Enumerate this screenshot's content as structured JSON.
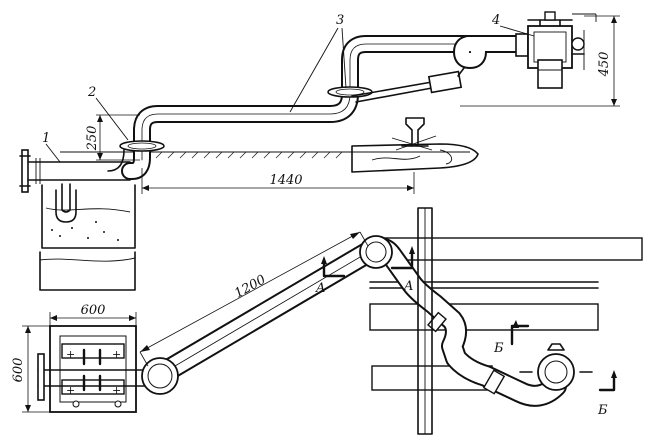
{
  "callouts": {
    "c1": "1",
    "c2": "2",
    "c3": "3",
    "c4": "4"
  },
  "dimensions": {
    "d250": "250",
    "d450": "450",
    "d1440": "1440",
    "d1200": "1200",
    "d600_h": "600",
    "d600_v": "600"
  },
  "section_marks": {
    "a_left": "A",
    "a_right": "A",
    "b_upper": "Б",
    "b_lower": "Б"
  }
}
